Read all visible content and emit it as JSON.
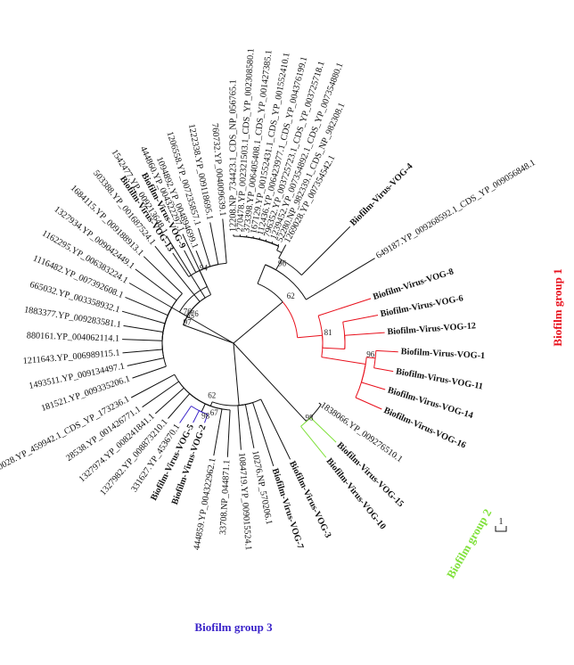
{
  "colors": {
    "black": "#111111",
    "red": "#e8101c",
    "green": "#7fe13a",
    "blue": "#3a23c9"
  },
  "groups": [
    {
      "label": "Biofilm group 1",
      "color": "red"
    },
    {
      "label": "Biofilm group 2",
      "color": "green"
    },
    {
      "label": "Biofilm group 3",
      "color": "blue"
    }
  ],
  "scale_label": "1",
  "bootstrap": [
    "96",
    "62",
    "81",
    "96",
    "98",
    "94",
    "65",
    "76",
    "97",
    "76",
    "62",
    "67",
    "98"
  ],
  "leaves": [
    {
      "label": "12208.NP_734423.1_CDS_NP_056765.1",
      "color": "black",
      "bold": false
    },
    {
      "label": "270478.YP_002321503.1_CDS_YP_002308580.1",
      "color": "black",
      "bold": false
    },
    {
      "label": "373398.YP_006405408.1_CDS_YP_001427385.1",
      "color": "black",
      "bold": false
    },
    {
      "label": "167129.YP_001552431.1_CDS_YP_001552410.1",
      "color": "black",
      "bold": false
    },
    {
      "label": "112436.YP_006423977.1_CDS_YP_004376199.1",
      "color": "black",
      "bold": false
    },
    {
      "label": "796352.YP_003725723.1_CDS_YP_003725718.1",
      "color": "black",
      "bold": false
    },
    {
      "label": "1239452.YP_007354892.1_CDS_YP_007354880.1",
      "color": "black",
      "bold": false
    },
    {
      "label": "52280.NP_982339.1_CDS_NP_982308.1",
      "color": "black",
      "bold": false
    },
    {
      "label": "1269028.YP_007354542.1",
      "color": "black",
      "bold": false
    },
    {
      "label": "Biofilm-Virus-VOG-4",
      "color": "black",
      "bold": true
    },
    {
      "label": "649187.YP_009268592.1_CDS_YP_009056848.1",
      "color": "black",
      "bold": false
    },
    {
      "label": "Biofilm-Virus-VOG-8",
      "color": "red",
      "bold": true
    },
    {
      "label": "Biofilm-Virus-VOG-6",
      "color": "red",
      "bold": true
    },
    {
      "label": "Biofilm-Virus-VOG-12",
      "color": "red",
      "bold": true
    },
    {
      "label": "Biofilm-Virus-VOG-1",
      "color": "red",
      "bold": true
    },
    {
      "label": "Biofilm-Virus-VOG-11",
      "color": "red",
      "bold": true
    },
    {
      "label": "Biofilm-Virus-VOG-14",
      "color": "red",
      "bold": true
    },
    {
      "label": "Biofilm-Virus-VOG-16",
      "color": "red",
      "bold": true
    },
    {
      "label": "1838066.YP_009276510.1",
      "color": "black",
      "bold": false
    },
    {
      "label": "Biofilm-Virus-VOG-15",
      "color": "green",
      "bold": true
    },
    {
      "label": "Biofilm-Virus-VOG-10",
      "color": "green",
      "bold": true
    },
    {
      "label": "Biofilm-Virus-VOG-3",
      "color": "black",
      "bold": true
    },
    {
      "label": "Biofilm-Virus-VOG-7",
      "color": "black",
      "bold": true
    },
    {
      "label": "10276.NP_570206.1",
      "color": "black",
      "bold": false
    },
    {
      "label": "1084719.YP_009015524.1",
      "color": "black",
      "bold": false
    },
    {
      "label": "33708.NP_044871.1",
      "color": "black",
      "bold": false
    },
    {
      "label": "444859.YP_004322962.1",
      "color": "black",
      "bold": false
    },
    {
      "label": "Biofilm-Virus-VOG-2",
      "color": "blue",
      "bold": true
    },
    {
      "label": "Biofilm-Virus-VOG-5",
      "color": "blue",
      "bold": true
    },
    {
      "label": "331627.YP_453670.1",
      "color": "blue",
      "bold": false
    },
    {
      "label": "1327982.YP_008873210.1",
      "color": "black",
      "bold": false
    },
    {
      "label": "1327974.YP_008241841.1",
      "color": "black",
      "bold": false
    },
    {
      "label": "28538.YP_001426771.1",
      "color": "black",
      "bold": false
    },
    {
      "label": "290028.YP_459942.1_CDS_YP_173236.1",
      "color": "black",
      "bold": false
    },
    {
      "label": "181521.YP_009335206.1",
      "color": "black",
      "bold": false
    },
    {
      "label": "1493511.YP_009134497.1",
      "color": "black",
      "bold": false
    },
    {
      "label": "1211643.YP_006989115.1",
      "color": "black",
      "bold": false
    },
    {
      "label": "880161.YP_004062114.1",
      "color": "black",
      "bold": false
    },
    {
      "label": "1883377.YP_009283581.1",
      "color": "black",
      "bold": false
    },
    {
      "label": "665032.YP_003358932.1",
      "color": "black",
      "bold": false
    },
    {
      "label": "1116482.YP_007392608.1",
      "color": "black",
      "bold": false
    },
    {
      "label": "1162295.YP_006383224.1",
      "color": "black",
      "bold": false
    },
    {
      "label": "1327934.YP_009042449.1",
      "color": "black",
      "bold": false
    },
    {
      "label": "1684115.YP_009188913.1",
      "color": "black",
      "bold": false
    },
    {
      "label": "503388.YP_001687524.1",
      "color": "black",
      "bold": false
    },
    {
      "label": "1542477.YP_009213648.1",
      "color": "black",
      "bold": false
    },
    {
      "label": "444860.YP_004322297.1",
      "color": "black",
      "bold": false
    },
    {
      "label": "Biofilm-Virus-VOG-13",
      "color": "black",
      "bold": true
    },
    {
      "label": "Biofilm-Virus-VOG-9",
      "color": "black",
      "bold": true
    },
    {
      "label": "1094892.YP_004894699.1",
      "color": "black",
      "bold": false
    },
    {
      "label": "1206558.YP_007235857.1",
      "color": "black",
      "bold": false
    },
    {
      "label": "1222338.YP_009118695.1",
      "color": "black",
      "bold": false
    },
    {
      "label": "760732.YP_004009639.1",
      "color": "black",
      "bold": false
    }
  ]
}
